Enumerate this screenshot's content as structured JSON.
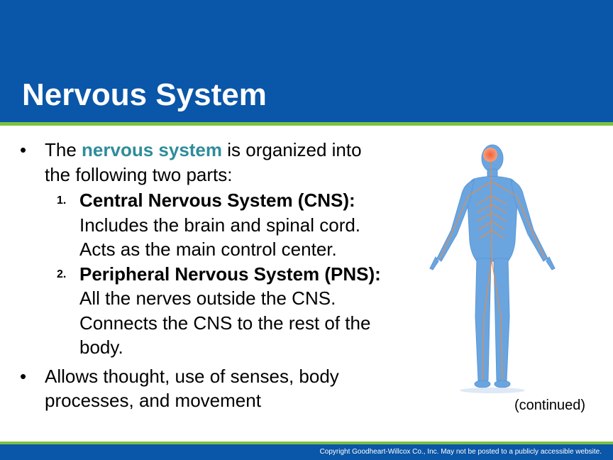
{
  "slide": {
    "title": "Nervous System",
    "continued": "(continued)",
    "copyright": "Copyright Goodheart-Willcox Co., Inc.  May not be posted to a publicly accessible website."
  },
  "bullets": [
    {
      "marker": "•",
      "before": "The ",
      "term": "nervous system",
      "after": " is organized into the following two parts:",
      "items": [
        {
          "number": "1.",
          "heading": "Central Nervous System (CNS):",
          "text": " Includes the brain and spinal cord. Acts as the main control center."
        },
        {
          "number": "2.",
          "heading": "Peripheral Nervous System (PNS):",
          "text": " All the nerves outside the CNS. Connects the CNS to the rest of the body."
        }
      ]
    },
    {
      "marker": "•",
      "text": "Allows thought, use of senses, body processes, and movement"
    }
  ],
  "colors": {
    "header_blue": "#0a56a8",
    "accent_green": "#7bc043",
    "term_teal": "#2f8c9a",
    "body_blue": "#6aa5e0",
    "nerve_orange": "#f08a3c",
    "brain_red": "#e8503a"
  },
  "figure": {
    "icon": "human-nervous-system-illustration"
  }
}
